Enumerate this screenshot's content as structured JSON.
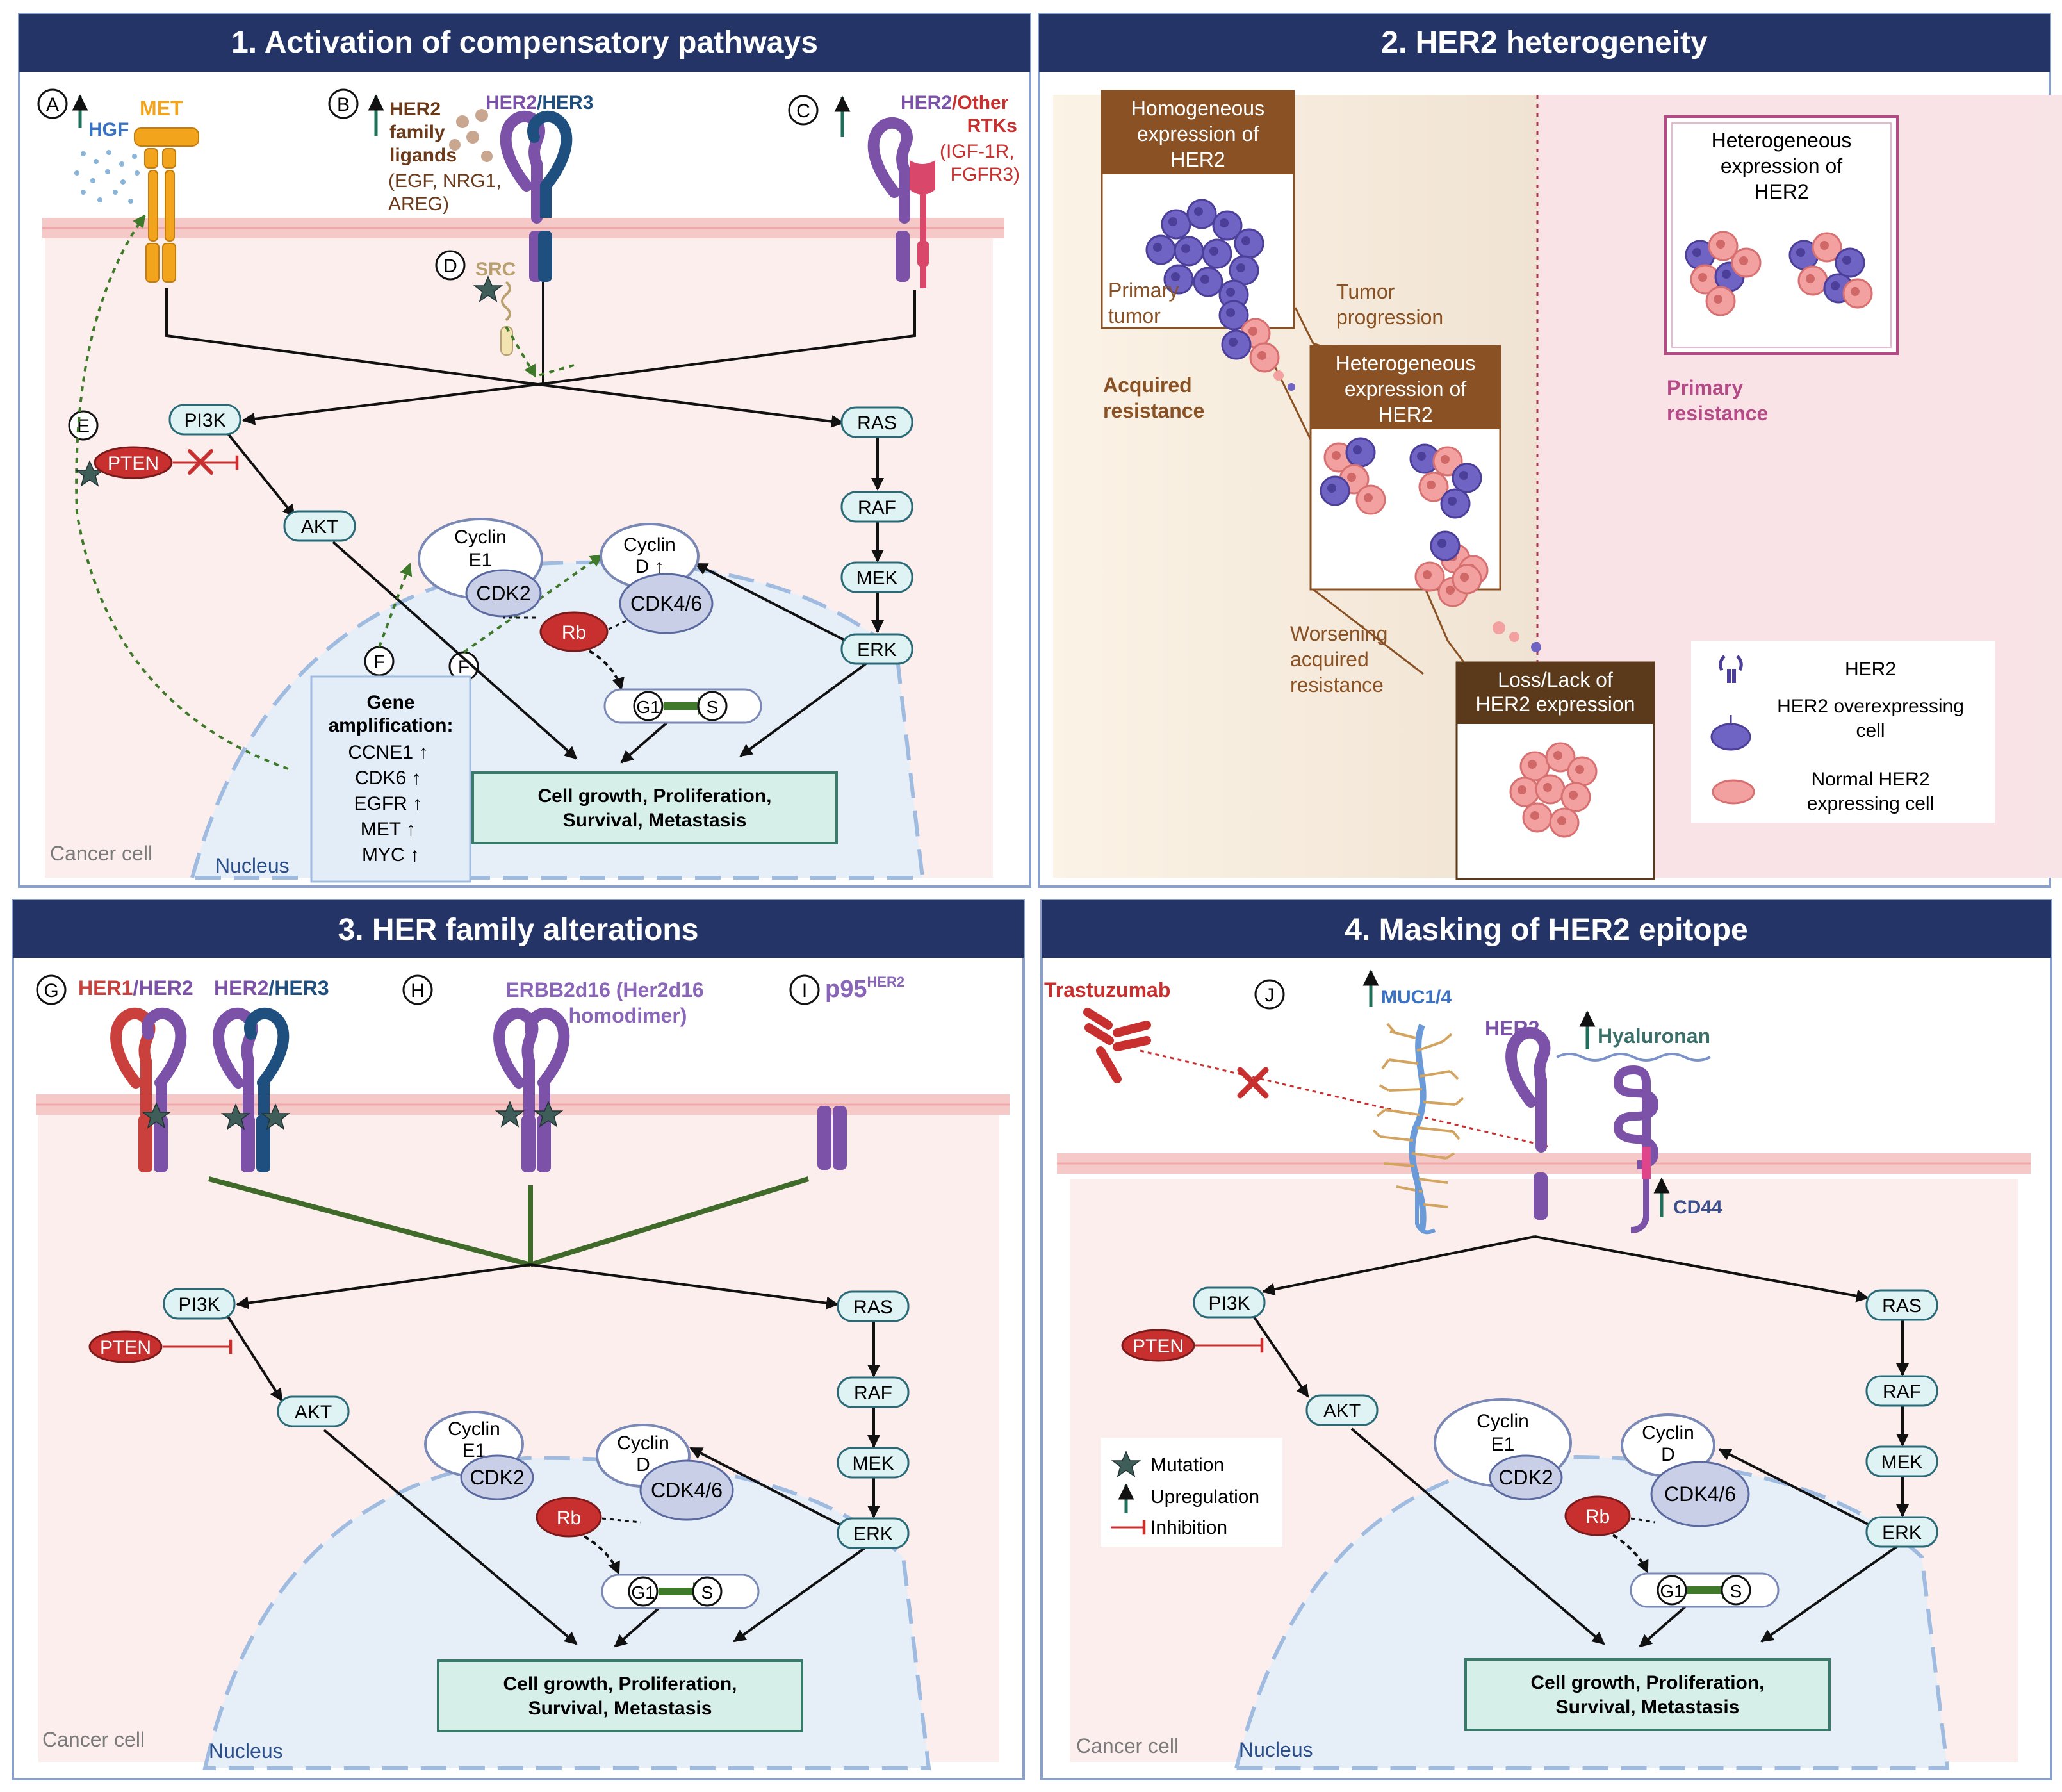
{
  "panel1": {
    "title": "1.  Activation of compensatory pathways",
    "badges": [
      "A",
      "B",
      "C",
      "D",
      "E",
      "F",
      "F"
    ],
    "hgf": "HGF",
    "met": "MET",
    "her2_family_ligands": [
      "HER2",
      "family",
      "ligands"
    ],
    "ligand_list": [
      "(EGF, NRG1,",
      "AREG)"
    ],
    "her2": "HER2",
    "her3": "/HER3",
    "other_rtks": [
      "/Other",
      "RTKs"
    ],
    "other_rtks_list": [
      "(IGF-1R,",
      "FGFR3)"
    ],
    "src": "SRC",
    "pten": "PTEN",
    "pi3k": "PI3K",
    "akt": "AKT",
    "ras": "RAS",
    "raf": "RAF",
    "mek": "MEK",
    "erk": "ERK",
    "cyclin_e1": [
      "Cyclin",
      "E1"
    ],
    "cdk2": "CDK2",
    "cyclin_d": [
      "Cyclin",
      "D ↑"
    ],
    "cdk46": "CDK4/6",
    "rb": "Rb",
    "g1": "G1",
    "s": "S",
    "gene_amp_title": [
      "Gene",
      "amplification:"
    ],
    "gene_amp_list": [
      "CCNE1 ↑",
      "CDK6 ↑",
      "EGFR ↑",
      "MET ↑",
      "MYC ↑"
    ],
    "outcome": [
      "Cell growth, Proliferation,",
      "Survival, Metastasis"
    ],
    "cancer_cell": "Cancer cell",
    "nucleus": "Nucleus"
  },
  "panel2": {
    "title": "2. HER2 heterogeneity",
    "homogeneous": [
      "Homogeneous",
      "expression of",
      "HER2"
    ],
    "primary_tumor": [
      "Primary",
      "tumor"
    ],
    "tumor_progression": [
      "Tumor",
      "progression"
    ],
    "acquired_resistance": [
      "Acquired",
      "resistance"
    ],
    "heterogeneous_mid": [
      "Heterogeneous",
      "expression of",
      "HER2"
    ],
    "worsening": [
      "Worsening",
      "acquired",
      "resistance"
    ],
    "loss": [
      "Loss/Lack of",
      "HER2 expression"
    ],
    "heterogeneous_right": [
      "Heterogeneous",
      "expression of",
      "HER2"
    ],
    "primary_resistance": [
      "Primary",
      "resistance"
    ],
    "legend": {
      "her2": "HER2",
      "overexpressing": [
        "HER2 overexpressing",
        "cell"
      ],
      "normal": [
        "Normal HER2",
        "expressing cell"
      ]
    }
  },
  "panel3": {
    "title": "3. HER family alterations",
    "badges": [
      "G",
      "H",
      "I"
    ],
    "her1": "HER1",
    "her2a": "/HER2",
    "her2b": "HER2",
    "her3": "/HER3",
    "erbb2d16": [
      "ERBB2d16 (Her2d16",
      "homodimer)"
    ],
    "p95": "p95",
    "p95_sup": "HER2",
    "pten": "PTEN",
    "pi3k": "PI3K",
    "akt": "AKT",
    "ras": "RAS",
    "raf": "RAF",
    "mek": "MEK",
    "erk": "ERK",
    "cyclin_e1": [
      "Cyclin",
      "E1"
    ],
    "cdk2": "CDK2",
    "cyclin_d": [
      "Cyclin",
      "D"
    ],
    "cdk46": "CDK4/6",
    "rb": "Rb",
    "g1": "G1",
    "s": "S",
    "outcome": [
      "Cell growth, Proliferation,",
      "Survival, Metastasis"
    ],
    "cancer_cell": "Cancer cell",
    "nucleus": "Nucleus"
  },
  "panel4": {
    "title": "4. Masking of HER2 epitope",
    "badge": "J",
    "trastuzumab": "Trastuzumab",
    "muc": "MUC1/4",
    "her2": "HER2",
    "hyaluronan": "Hyaluronan",
    "cd44": "CD44",
    "pten": "PTEN",
    "pi3k": "PI3K",
    "akt": "AKT",
    "ras": "RAS",
    "raf": "RAF",
    "mek": "MEK",
    "erk": "ERK",
    "cyclin_e1": [
      "Cyclin",
      "E1"
    ],
    "cdk2": "CDK2",
    "cyclin_d": [
      "Cyclin",
      "D"
    ],
    "cdk46": "CDK4/6",
    "rb": "Rb",
    "g1": "G1",
    "s": "S",
    "outcome": [
      "Cell growth, Proliferation,",
      "Survival, Metastasis"
    ],
    "legend": [
      "Mutation",
      "Upregulation",
      "Inhibition"
    ],
    "cancer_cell": "Cancer cell",
    "nucleus": "Nucleus"
  },
  "colors": {
    "header_bg": "#253466",
    "cell_bg": "#fdeeee",
    "nucleus_bg": "#e6eef8",
    "node_fill": "#dff2f4",
    "pten_fill": "#c8302f",
    "her2_purple": "#7b52a8",
    "her3_blue": "#1f4f7f",
    "met_orange": "#f2a51c",
    "her1_red": "#c9403c",
    "arrow_green": "#3f6f2a",
    "brown": "#8a5224",
    "magenta": "#b44a86",
    "outcome_fill": "#d6efe8"
  }
}
